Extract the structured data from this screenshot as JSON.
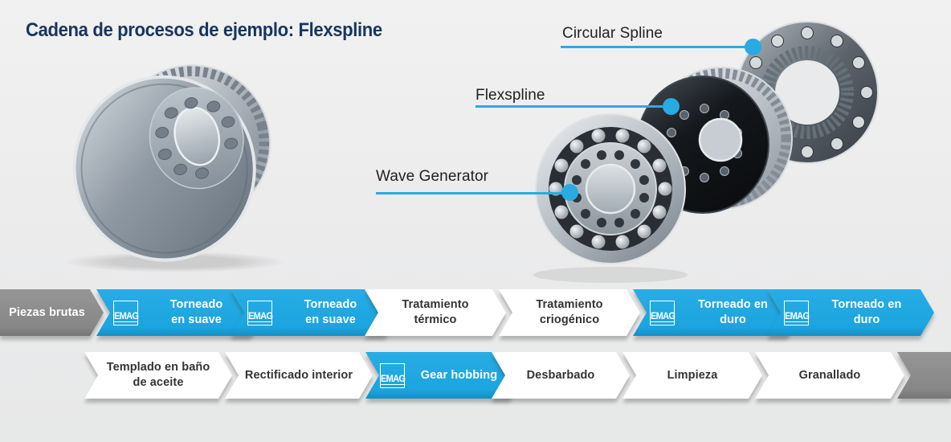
{
  "title": "Cadena de procesos de ejemplo: Flexspline",
  "colors": {
    "accent_blue": "#29abe2",
    "arrow_blue": "#1ea7e0",
    "arrow_gray": "#8a8a8a",
    "title_navy": "#16365f",
    "background": "#ebebec"
  },
  "emag_logo_text": "EMAG",
  "part_labels": [
    {
      "label": "Circular Spline"
    },
    {
      "label": "Flexspline"
    },
    {
      "label": "Wave Generator"
    }
  ],
  "process_rows": [
    {
      "steps": [
        {
          "label": "Piezas brutas",
          "style": "gray",
          "emag": false
        },
        {
          "label": "Torneado\nen suave",
          "style": "blue",
          "emag": true
        },
        {
          "label": "Torneado\nen suave",
          "style": "blue",
          "emag": true
        },
        {
          "label": "Tratamiento\ntérmico",
          "style": "white",
          "emag": false
        },
        {
          "label": "Tratamiento\ncriogénico",
          "style": "white",
          "emag": false
        },
        {
          "label": "Torneado en\nduro",
          "style": "blue",
          "emag": true
        },
        {
          "label": "Torneado en\nduro",
          "style": "blue",
          "emag": true
        }
      ]
    },
    {
      "steps": [
        {
          "label": "Templado en baño\nde aceite",
          "style": "white",
          "emag": false
        },
        {
          "label": "Rectificado interior",
          "style": "white",
          "emag": false
        },
        {
          "label": "Gear hobbing",
          "style": "blue",
          "emag": true
        },
        {
          "label": "Desbarbado",
          "style": "white",
          "emag": false
        },
        {
          "label": "Limpieza",
          "style": "white",
          "emag": false
        },
        {
          "label": "Granallado",
          "style": "white",
          "emag": false
        },
        {
          "label": "",
          "style": "gray",
          "emag": false
        }
      ]
    }
  ]
}
